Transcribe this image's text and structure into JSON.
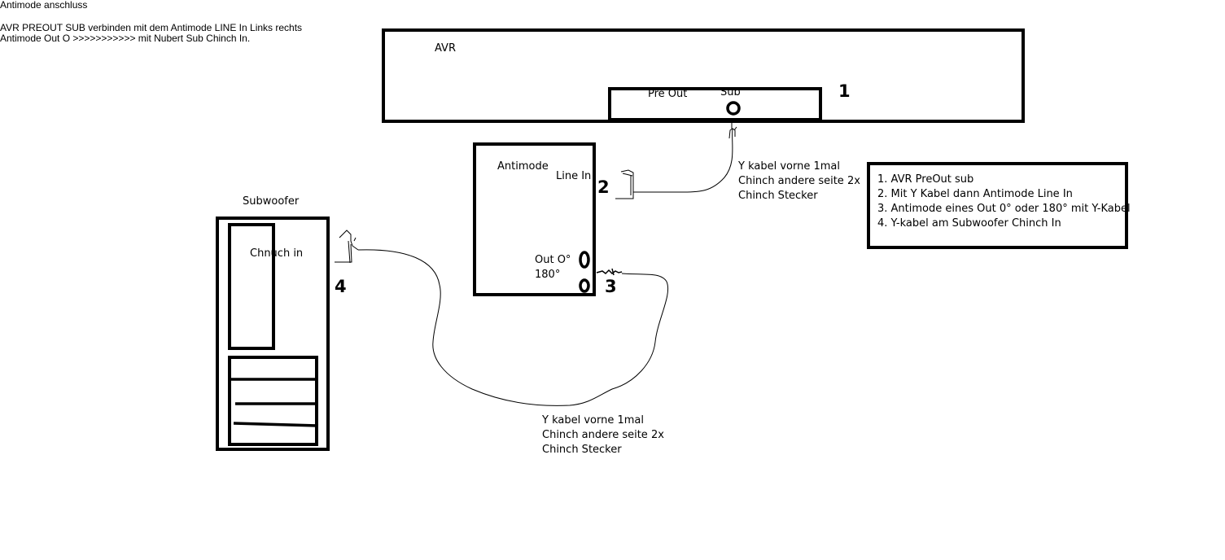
{
  "header": {
    "title": "Antimode anschluss",
    "line1": "AVR PREOUT SUB verbinden mit dem Antimode LINE In Links rechts",
    "line2": "Antimode Out O >>>>>>>>>>> mit Nubert Sub Chinch In."
  },
  "avr": {
    "label": "AVR",
    "preout_label": "Pre Out",
    "sub_label": "Sub",
    "step_number": "1"
  },
  "antimode": {
    "label": "Antimode",
    "line_in_label": "Line In",
    "out_label_1": "Out O°",
    "out_label_2": "180°",
    "step_number_in": "2",
    "step_number_out": "3"
  },
  "subwoofer": {
    "label": "Subwoofer",
    "chinch_label": "Chnuch in",
    "step_number": "4"
  },
  "cable_top_note": [
    "Y kabel vorne 1mal",
    "Chinch andere seite 2x",
    "Chinch Stecker"
  ],
  "cable_bottom_note": [
    "Y kabel vorne 1mal",
    "Chinch andere seite 2x",
    "Chinch Stecker"
  ],
  "steps_box": {
    "items": [
      "1. AVR PreOut sub",
      "2. Mit Y Kabel dann Antimode Line In",
      "3. Antimode eines Out 0° oder 180° mit Y-Kabel",
      "4. Y-kabel am Subwoofer Chinch In"
    ]
  }
}
